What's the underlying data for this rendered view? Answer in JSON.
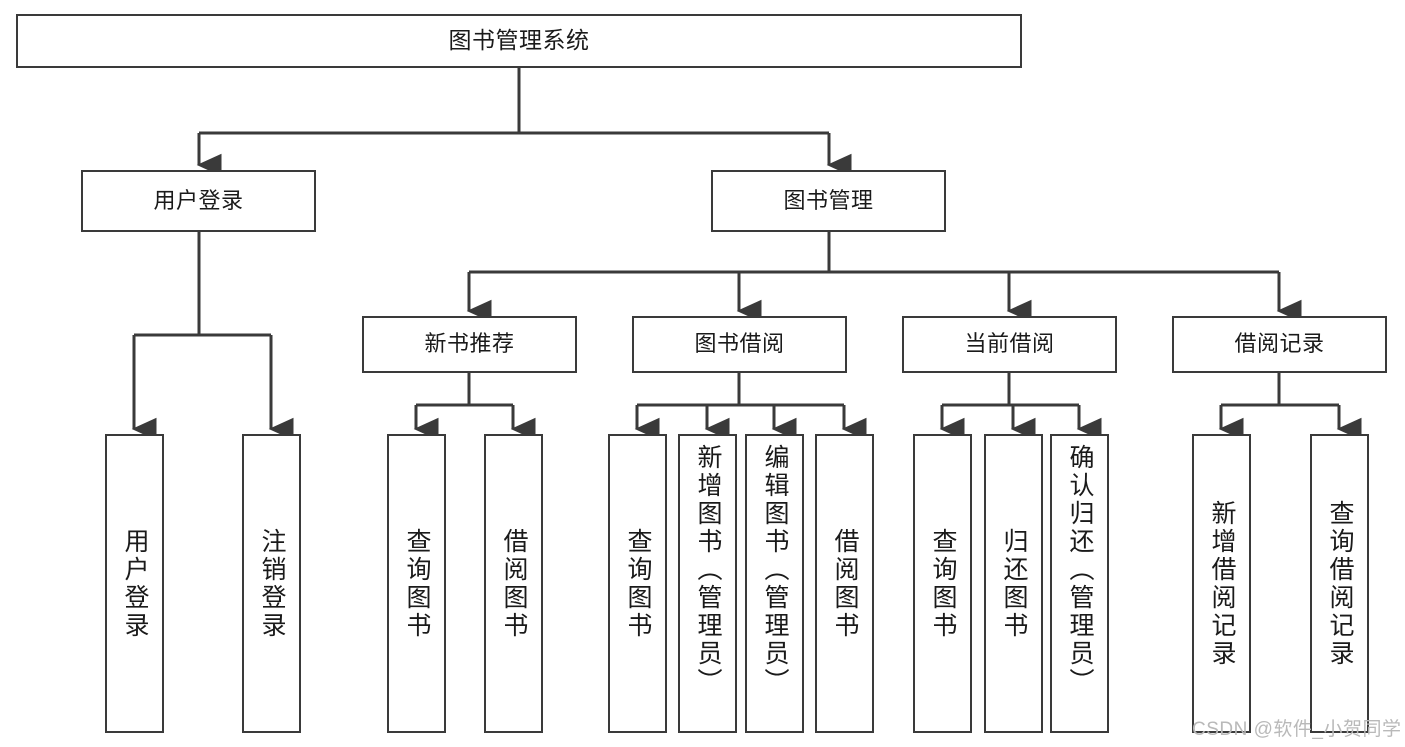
{
  "diagram": {
    "title": "图书管理系统",
    "type": "tree-hierarchy",
    "watermark": "CSDN @软件_小贺同学",
    "colors": {
      "stroke": "#3a3a3a",
      "fill": "#ffffff",
      "text": "#1a1a1a",
      "watermark": "#b9b9b9"
    },
    "levels": {
      "root": {
        "label": "图书管理系统"
      },
      "level1": [
        {
          "id": "user-login",
          "label": "用户登录"
        },
        {
          "id": "book-manage",
          "label": "图书管理"
        }
      ],
      "level2": [
        {
          "id": "new-book-recommend",
          "label": "新书推荐",
          "parent": "book-manage"
        },
        {
          "id": "book-borrow",
          "label": "图书借阅",
          "parent": "book-manage"
        },
        {
          "id": "current-borrow",
          "label": "当前借阅",
          "parent": "book-manage"
        },
        {
          "id": "borrow-record",
          "label": "借阅记录",
          "parent": "book-manage"
        }
      ],
      "level3": [
        {
          "id": "leaf-user-login",
          "label": "用户登录",
          "parent": "user-login"
        },
        {
          "id": "leaf-logout",
          "label": "注销登录",
          "parent": "user-login"
        },
        {
          "id": "leaf-query-book-1",
          "label": "查询图书",
          "parent": "new-book-recommend"
        },
        {
          "id": "leaf-borrow-book-1",
          "label": "借阅图书",
          "parent": "new-book-recommend"
        },
        {
          "id": "leaf-query-book-2",
          "label": "查询图书",
          "parent": "book-borrow"
        },
        {
          "id": "leaf-add-book",
          "label": "新增图书（管理员）",
          "parent": "book-borrow"
        },
        {
          "id": "leaf-edit-book",
          "label": "编辑图书（管理员）",
          "parent": "book-borrow"
        },
        {
          "id": "leaf-borrow-book-2",
          "label": "借阅图书",
          "parent": "book-borrow"
        },
        {
          "id": "leaf-query-book-3",
          "label": "查询图书",
          "parent": "current-borrow"
        },
        {
          "id": "leaf-return-book",
          "label": "归还图书",
          "parent": "current-borrow"
        },
        {
          "id": "leaf-confirm-return",
          "label": "确认归还（管理员）",
          "parent": "current-borrow"
        },
        {
          "id": "leaf-add-record",
          "label": "新增借阅记录",
          "parent": "borrow-record"
        },
        {
          "id": "leaf-query-record",
          "label": "查询借阅记录",
          "parent": "borrow-record"
        }
      ]
    }
  }
}
